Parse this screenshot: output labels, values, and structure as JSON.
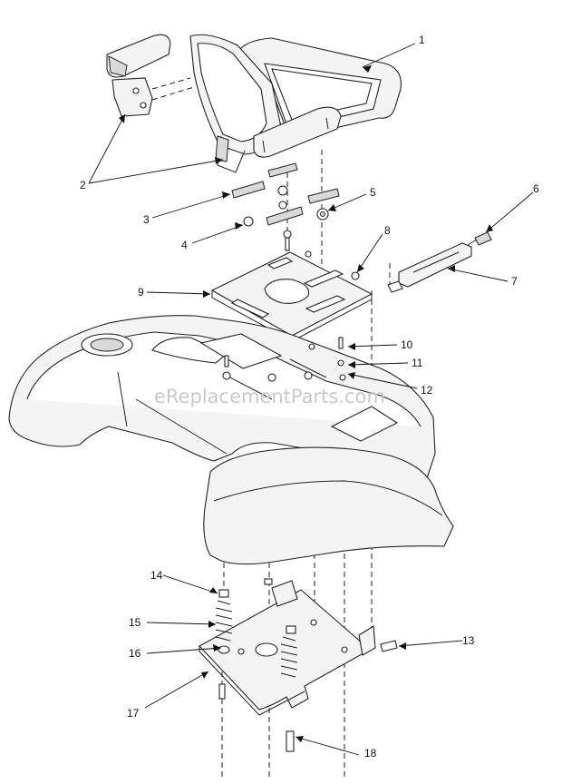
{
  "watermark": "eReplacementParts.com",
  "callouts": [
    {
      "id": "callout-1",
      "label": "1"
    },
    {
      "id": "callout-2",
      "label": "2"
    },
    {
      "id": "callout-3",
      "label": "3"
    },
    {
      "id": "callout-4",
      "label": "4"
    },
    {
      "id": "callout-5",
      "label": "5"
    },
    {
      "id": "callout-6",
      "label": "6"
    },
    {
      "id": "callout-7",
      "label": "7"
    },
    {
      "id": "callout-8",
      "label": "8"
    },
    {
      "id": "callout-9",
      "label": "9"
    },
    {
      "id": "callout-10",
      "label": "10"
    },
    {
      "id": "callout-11",
      "label": "11"
    },
    {
      "id": "callout-12",
      "label": "12"
    },
    {
      "id": "callout-13",
      "label": "13"
    },
    {
      "id": "callout-14",
      "label": "14"
    },
    {
      "id": "callout-15",
      "label": "15"
    },
    {
      "id": "callout-16",
      "label": "16"
    },
    {
      "id": "callout-17",
      "label": "17"
    },
    {
      "id": "callout-18",
      "label": "18"
    }
  ]
}
